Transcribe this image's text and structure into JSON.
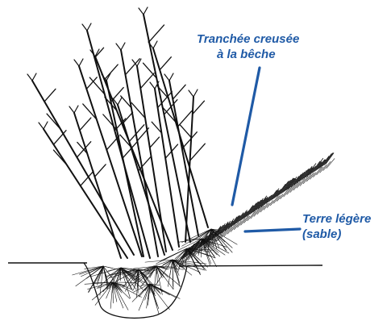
{
  "annotations": {
    "trench": {
      "line1": "Tranchée creusée",
      "line2": "à la bêche"
    },
    "soil": {
      "line1": "Terre légère",
      "line2": "(sable)"
    }
  },
  "colors": {
    "label_text": "#1f5aa6",
    "pointer": "#1f5aa6",
    "ink": "#111111",
    "paper": "#ffffff"
  }
}
